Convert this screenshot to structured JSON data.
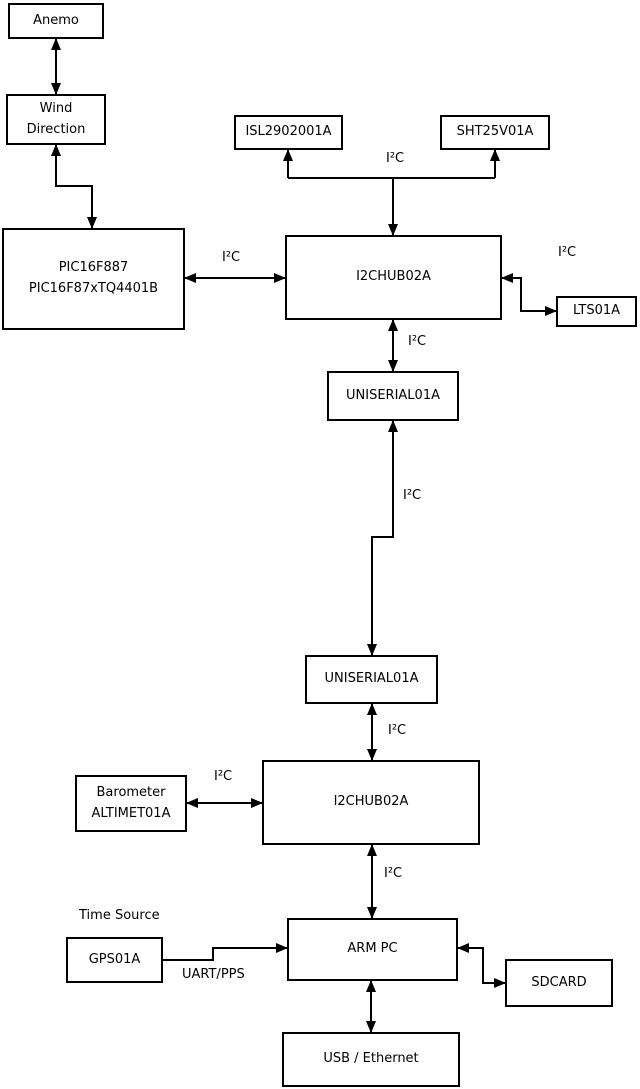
{
  "colors": {
    "background": "#ffffff",
    "stroke": "#000000",
    "text": "#000000"
  },
  "nodes": {
    "anemo": {
      "label": "Anemo"
    },
    "wind_direction": {
      "label": "Wind\nDirection"
    },
    "pic": {
      "label": "PIC16F887\nPIC16F87xTQ4401B"
    },
    "isl": {
      "label": "ISL2902001A"
    },
    "sht": {
      "label": "SHT25V01A"
    },
    "hub1": {
      "label": "I2CHUB02A"
    },
    "lts": {
      "label": "LTS01A"
    },
    "uniserial1": {
      "label": "UNISERIAL01A"
    },
    "uniserial2": {
      "label": "UNISERIAL01A"
    },
    "barometer": {
      "label": "Barometer\nALTIMET01A"
    },
    "hub2": {
      "label": "I2CHUB02A"
    },
    "gps": {
      "label": "GPS01A"
    },
    "arm_pc": {
      "label": "ARM PC"
    },
    "sdcard": {
      "label": "SDCARD"
    },
    "usb_ethernet": {
      "label": "USB / Ethernet"
    }
  },
  "edge_labels": {
    "pic_hub1": "I²C",
    "sensors_bus": "I²C",
    "hub1_lts": "I²C",
    "hub1_uniserial1": "I²C",
    "uniserial1_uniserial2": "I²C",
    "uniserial2_hub2": "I²C",
    "barometer_hub2": "I²C",
    "hub2_arm_pc": "I²C",
    "gps_arm_pc": "UART/PPS",
    "time_source": "Time Source"
  }
}
